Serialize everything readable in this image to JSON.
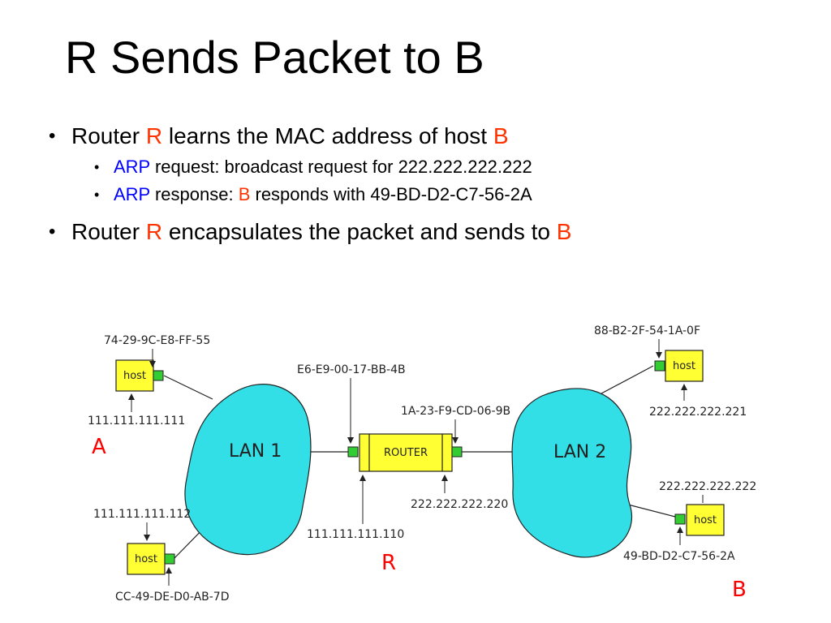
{
  "title": "R Sends Packet to B",
  "bullets": {
    "b1": {
      "pre": "Router ",
      "r": "R",
      "mid": " learns the MAC address of host ",
      "b": "B"
    },
    "s1": {
      "arp": "ARP",
      "rest": " request: broadcast request for 222.222.222.222"
    },
    "s2": {
      "arp": "ARP",
      "mid": " response: ",
      "b": "B",
      "rest": " responds with 49-BD-D2-C7-56-2A"
    },
    "b2": {
      "pre": "Router ",
      "r": "R",
      "mid": " encapsulates the packet and sends to ",
      "b": "B"
    }
  },
  "diagram": {
    "host_a": {
      "label": "host",
      "mac": "74-29-9C-E8-FF-55",
      "ip": "111.111.111.111"
    },
    "host_c": {
      "label": "host",
      "mac": "CC-49-DE-D0-AB-7D",
      "ip": "111.111.111.112"
    },
    "host_d": {
      "label": "host",
      "mac": "88-B2-2F-54-1A-0F",
      "ip": "222.222.222.221"
    },
    "host_b": {
      "label": "host",
      "mac": "49-BD-D2-C7-56-2A",
      "ip": "222.222.222.222"
    },
    "lan1": "LAN 1",
    "lan2": "LAN 2",
    "router": {
      "label": "ROUTER",
      "left_mac": "E6-E9-00-17-BB-4B",
      "left_ip": "111.111.111.110",
      "right_mac": "1A-23-F9-CD-06-9B",
      "right_ip": "222.222.222.220"
    },
    "tags": {
      "a": "A",
      "r": "R",
      "b": "B"
    },
    "colors": {
      "lan": "#33dfe6",
      "host": "#ffff33",
      "port": "#33cc33",
      "tag": "#ff0000"
    }
  }
}
